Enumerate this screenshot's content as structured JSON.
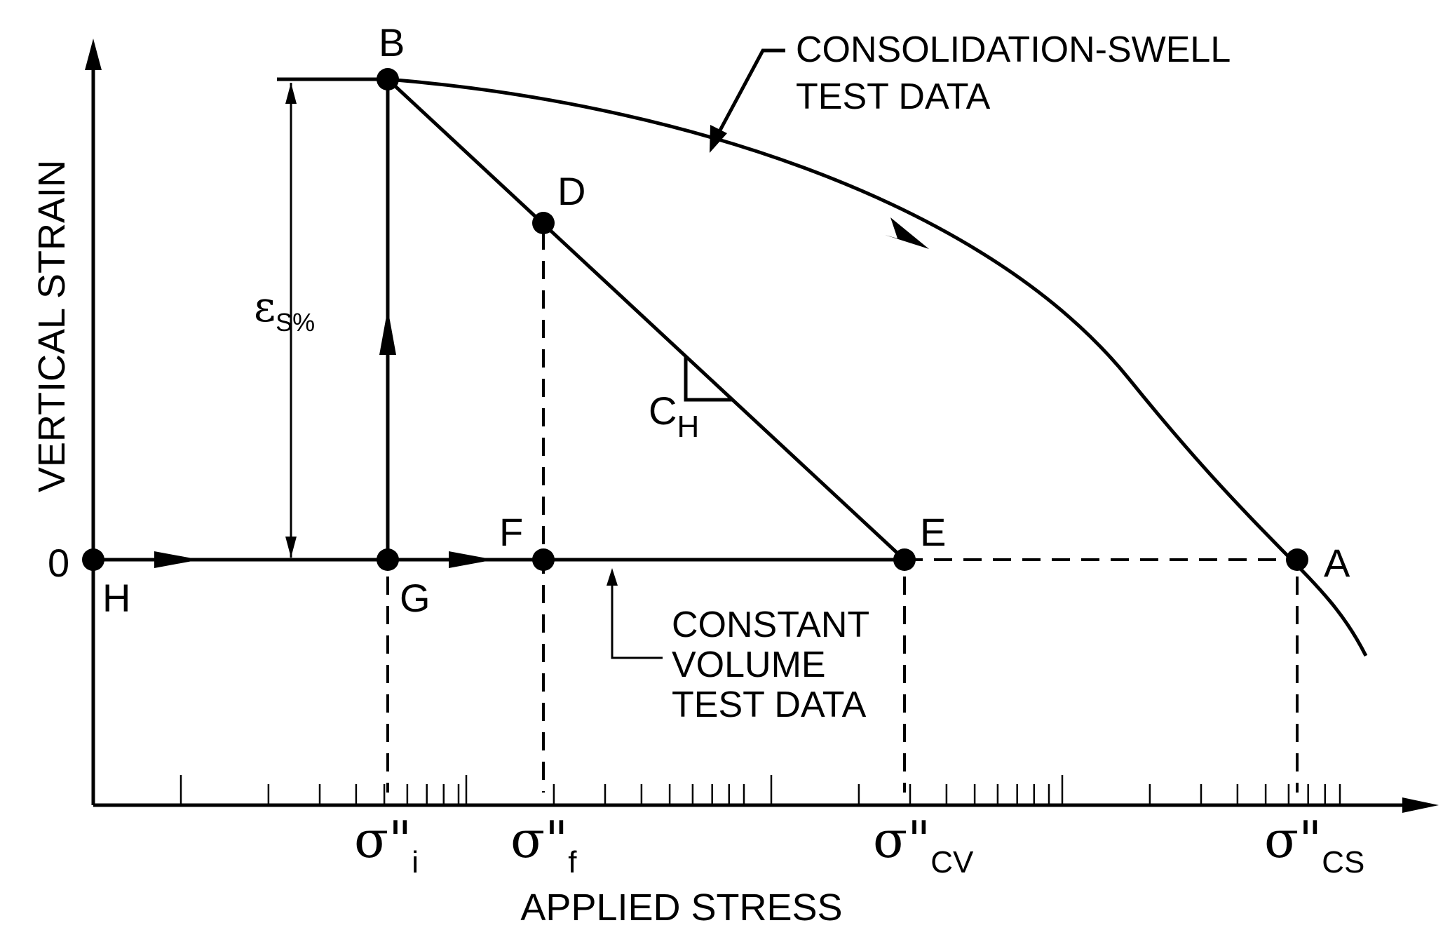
{
  "diagram": {
    "points": {
      "B": "B",
      "D": "D",
      "E": "E",
      "F": "F",
      "G": "G",
      "H": "H",
      "A": "A"
    },
    "origin_label": "0",
    "y_axis_title": "VERTICAL STRAIN",
    "x_axis_title": "APPLIED STRESS",
    "strain_symbol": "ε",
    "strain_subscript": "S%",
    "slope_symbol": "C",
    "slope_subscript": "H",
    "curve_label_lines": [
      "CONSOLIDATION-SWELL",
      "TEST DATA"
    ],
    "constant_volume_lines": [
      "CONSTANT",
      "VOLUME",
      "TEST DATA"
    ],
    "stress_symbol": "σ\"",
    "stress_subscripts": {
      "initial": "i",
      "final": "f",
      "constant_volume": "CV",
      "consolidation_swell": "CS"
    }
  }
}
